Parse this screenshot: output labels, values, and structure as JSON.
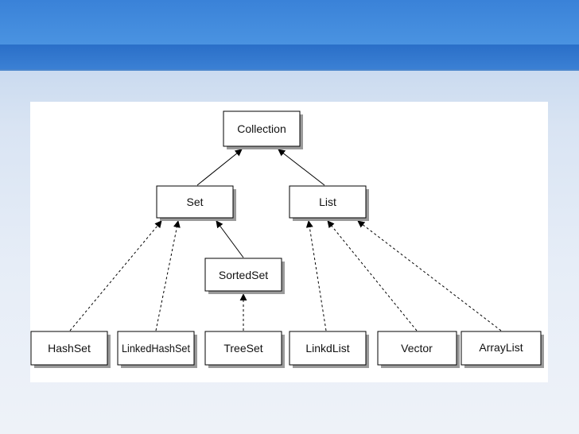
{
  "slide": {
    "accent_colors": {
      "banner_top": "#4a93e1",
      "banner_bottom": "#2a6fc8"
    }
  },
  "diagram": {
    "nodes": {
      "collection": "Collection",
      "set": "Set",
      "list": "List",
      "sorted_set": "SortedSet",
      "hash_set": "HashSet",
      "linked_hash_set": "LinkedHashSet",
      "tree_set": "TreeSet",
      "linked_list": "LinkdList",
      "vector": "Vector",
      "array_list": "ArrayList"
    },
    "edges": [
      {
        "from": "set",
        "to": "collection",
        "style": "solid"
      },
      {
        "from": "list",
        "to": "collection",
        "style": "solid"
      },
      {
        "from": "sorted_set",
        "to": "set",
        "style": "solid"
      },
      {
        "from": "hash_set",
        "to": "set",
        "style": "dashed"
      },
      {
        "from": "linked_hash_set",
        "to": "set",
        "style": "dashed"
      },
      {
        "from": "tree_set",
        "to": "sorted_set",
        "style": "dashed"
      },
      {
        "from": "linked_list",
        "to": "list",
        "style": "dashed"
      },
      {
        "from": "vector",
        "to": "list",
        "style": "dashed"
      },
      {
        "from": "array_list",
        "to": "list",
        "style": "dashed"
      }
    ]
  }
}
